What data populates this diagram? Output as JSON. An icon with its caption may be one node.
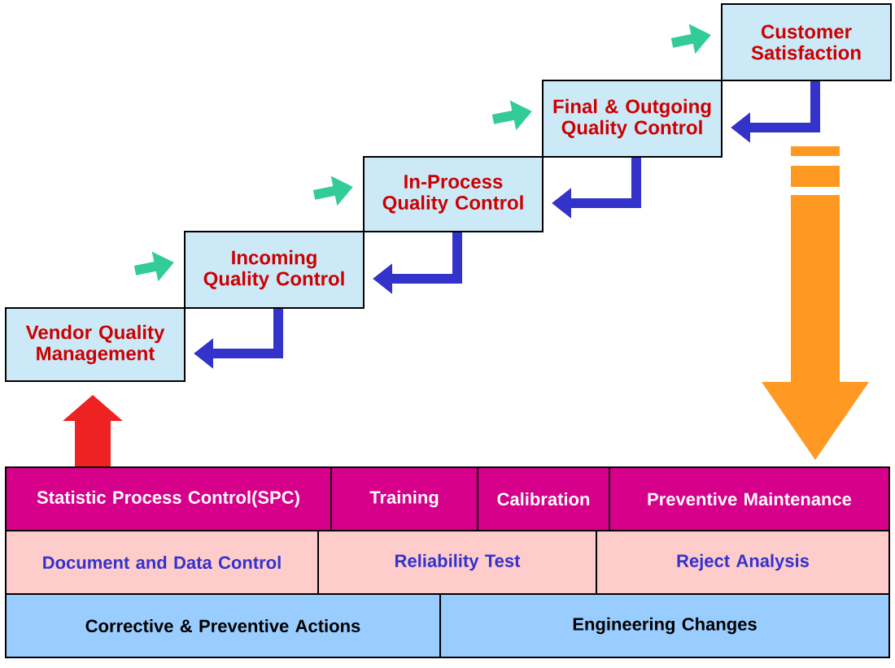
{
  "diagram": {
    "nodes": [
      {
        "text": [
          "Vendor Quality Management"
        ]
      },
      {
        "text": [
          "Incoming Quality Control"
        ]
      },
      {
        "text": [
          "In-Process Quality Control"
        ]
      },
      {
        "text": [
          "Final & Outgoing Quality Control"
        ]
      },
      {
        "text": [
          "Customer Satisfaction"
        ]
      },
      {
        "text": [
          "Statistic Process Control(SPC)"
        ]
      },
      {
        "text": [
          "Training"
        ]
      },
      {
        "text": [
          "Calibration"
        ]
      },
      {
        "text": [
          "Preventive Maintenance"
        ]
      },
      {
        "text": [
          "Document and Data Control"
        ]
      },
      {
        "text": [
          "Reliability Test"
        ]
      },
      {
        "text": [
          "Reject Analysis"
        ]
      },
      {
        "text": [
          "Corrective & Preventive Actions"
        ]
      },
      {
        "text": [
          "Engineering Changes"
        ]
      }
    ],
    "edges": [
      {
        "from": 1,
        "to": 0,
        "arrow": "to",
        "color": "#3333cc"
      },
      {
        "from": 2,
        "to": 1,
        "arrow": "to",
        "color": "#3333cc"
      },
      {
        "from": 3,
        "to": 2,
        "arrow": "to",
        "color": "#3333cc"
      },
      {
        "from": 4,
        "to": 3,
        "arrow": "to",
        "color": "#3333cc"
      },
      {
        "from": null,
        "to": 1,
        "arrow": "to",
        "color": "#33cc99"
      },
      {
        "from": null,
        "to": 2,
        "arrow": "to",
        "color": "#33cc99"
      },
      {
        "from": null,
        "to": 3,
        "arrow": "to",
        "color": "#33cc99"
      },
      {
        "from": null,
        "to": 4,
        "arrow": "to",
        "color": "#33cc99"
      },
      {
        "from": 5,
        "to": 0,
        "arrow": "to",
        "style": "thick",
        "color": "#ee2222"
      }
    ]
  }
}
